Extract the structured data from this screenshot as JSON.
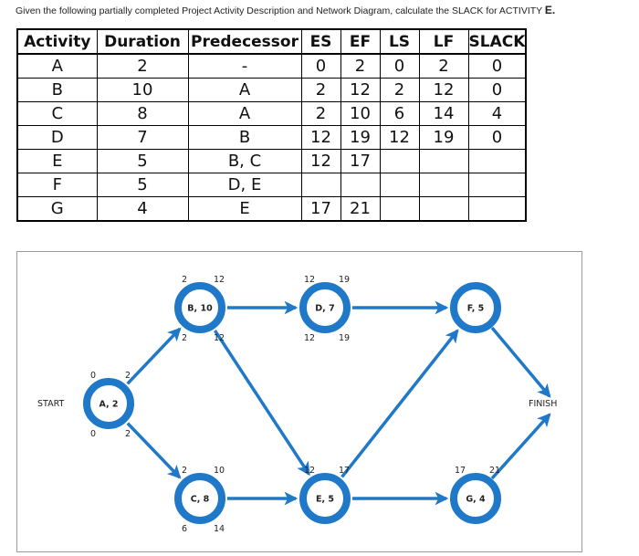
{
  "question": {
    "text": "Given the following partially completed Project Activity Description and Network Diagram, calculate the SLACK for ACTIVITY",
    "target": "E."
  },
  "table": {
    "headers": [
      "Activity",
      "Duration",
      "Predecessor",
      "ES",
      "EF",
      "LS",
      "LF",
      "SLACK"
    ],
    "rows": [
      [
        "A",
        "2",
        "-",
        "0",
        "2",
        "0",
        "2",
        "0"
      ],
      [
        "B",
        "10",
        "A",
        "2",
        "12",
        "2",
        "12",
        "0"
      ],
      [
        "C",
        "8",
        "A",
        "2",
        "10",
        "6",
        "14",
        "4"
      ],
      [
        "D",
        "7",
        "B",
        "12",
        "19",
        "12",
        "19",
        "0"
      ],
      [
        "E",
        "5",
        "B, C",
        "12",
        "17",
        "",
        "",
        ""
      ],
      [
        "F",
        "5",
        "D, E",
        "",
        "",
        "",
        "",
        ""
      ],
      [
        "G",
        "4",
        "E",
        "17",
        "21",
        "",
        "",
        ""
      ]
    ]
  },
  "network": {
    "start_label": "START",
    "finish_label": "FINISH",
    "nodes": [
      {
        "id": "A",
        "label": "A, 2",
        "tl": "0",
        "tr": "2",
        "bl": "0",
        "br": "2"
      },
      {
        "id": "B",
        "label": "B, 10",
        "tl": "2",
        "tr": "12",
        "bl": "2",
        "br": "12"
      },
      {
        "id": "C",
        "label": "C, 8",
        "tl": "2",
        "tr": "10",
        "bl": "6",
        "br": "14"
      },
      {
        "id": "D",
        "label": "D, 7",
        "tl": "12",
        "tr": "19",
        "bl": "12",
        "br": "19"
      },
      {
        "id": "E",
        "label": "E, 5",
        "tl": "12",
        "tr": "17",
        "bl": "",
        "br": ""
      },
      {
        "id": "F",
        "label": "F, 5",
        "tl": "",
        "tr": "",
        "bl": "",
        "br": ""
      },
      {
        "id": "G",
        "label": "G, 4",
        "tl": "17",
        "tr": "21",
        "bl": "",
        "br": ""
      }
    ],
    "colors": {
      "node": "#1f78c8",
      "arrow": "#1f78c8"
    }
  }
}
